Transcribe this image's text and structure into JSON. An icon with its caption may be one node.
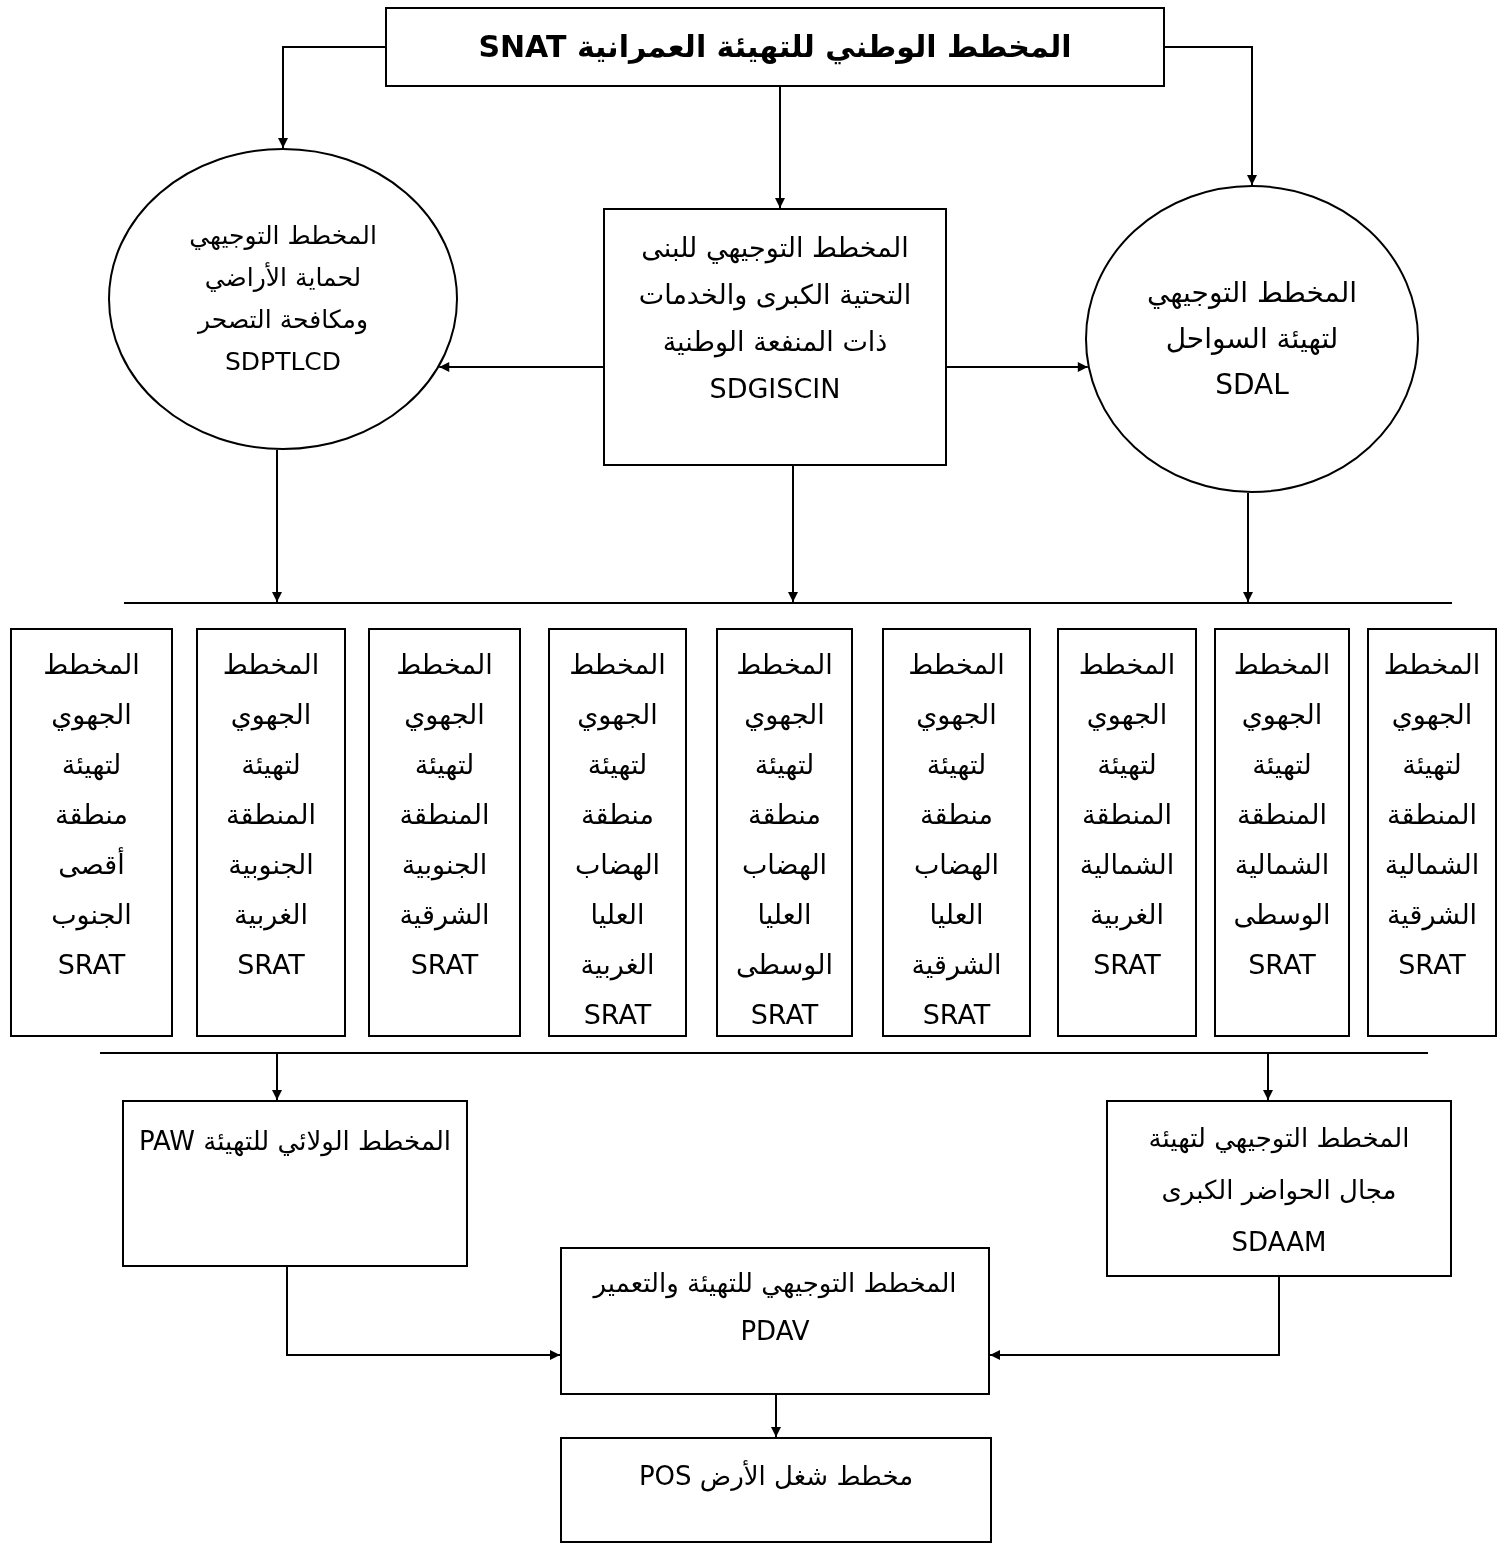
{
  "diagram": {
    "nodes": [
      {
        "text": [
          "المخطط الوطني للتهيئة العمرانية SNAT"
        ]
      },
      {
        "text": [
          "المخطط التوجيهي لتهيئة السواحل SDAL"
        ]
      },
      {
        "text": [
          "المخطط التوجيهي للبنى التحتية الكبرى والخدمات ذات المنفعة الوطنية SDGISCIN"
        ]
      },
      {
        "text": [
          "المخطط التوجيهي لحماية الأراضي ومكافحة التصحر SDPTLCD"
        ]
      },
      {
        "text": [],
        "shape": "bar"
      },
      {
        "text": [
          "المخطط الجهوي لتهيئة المنطقة الشمالية الشرقية SRAT"
        ]
      },
      {
        "text": [
          "المخطط الجهوي لتهيئة المنطقة الشمالية الوسطى SRAT"
        ]
      },
      {
        "text": [
          "المخطط الجهوي لتهيئة المنطقة الشمالية الغربية SRAT"
        ]
      },
      {
        "text": [
          "المخطط الجهوي لتهيئة منطقة الهضاب العليا الشرقية SRAT"
        ]
      },
      {
        "text": [
          "المخطط الجهوي لتهيئة منطقة الهضاب العليا الوسطى SRAT"
        ]
      },
      {
        "text": [
          "المخطط الجهوي لتهيئة منطقة الهضاب العليا الغربية SRAT"
        ]
      },
      {
        "text": [
          "المخطط الجهوي لتهيئة المنطقة الجنوبية الشرقية SRAT"
        ]
      },
      {
        "text": [
          "المخطط الجهوي لتهيئة المنطقة الجنوبية الغربية SRAT"
        ]
      },
      {
        "text": [
          "المخطط الجهوي لتهيئة منطقة أقصى الجنوب SRAT"
        ]
      },
      {
        "text": [],
        "shape": "bar"
      },
      {
        "text": [
          "المخطط التوجيهي لتهيئة مجال الحواضر الكبرى SDAAM"
        ]
      },
      {
        "text": [
          "المخطط الولائي للتهيئة PAW"
        ]
      },
      {
        "text": [
          "المخطط التوجيهي للتهيئة والتعمير PDAV"
        ]
      },
      {
        "text": [
          "مخطط شغل الأرض POS"
        ]
      }
    ],
    "edges": [
      {
        "from": 0,
        "to": 3,
        "arrow": "to"
      },
      {
        "from": 0,
        "to": 2,
        "arrow": "to"
      },
      {
        "from": 0,
        "to": 1,
        "arrow": "to"
      },
      {
        "from": 2,
        "to": 3,
        "arrow": "to"
      },
      {
        "from": 2,
        "to": 1,
        "arrow": "to"
      },
      {
        "from": 3,
        "to": 4,
        "arrow": "to"
      },
      {
        "from": 2,
        "to": 4,
        "arrow": "to"
      },
      {
        "from": 1,
        "to": 4,
        "arrow": "to"
      },
      {
        "from": 14,
        "to": 16,
        "arrow": "to"
      },
      {
        "from": 14,
        "to": 15,
        "arrow": "to"
      },
      {
        "from": 16,
        "to": 17,
        "arrow": "to"
      },
      {
        "from": 15,
        "to": 17,
        "arrow": "to"
      },
      {
        "from": 17,
        "to": 18,
        "arrow": "to"
      }
    ]
  }
}
